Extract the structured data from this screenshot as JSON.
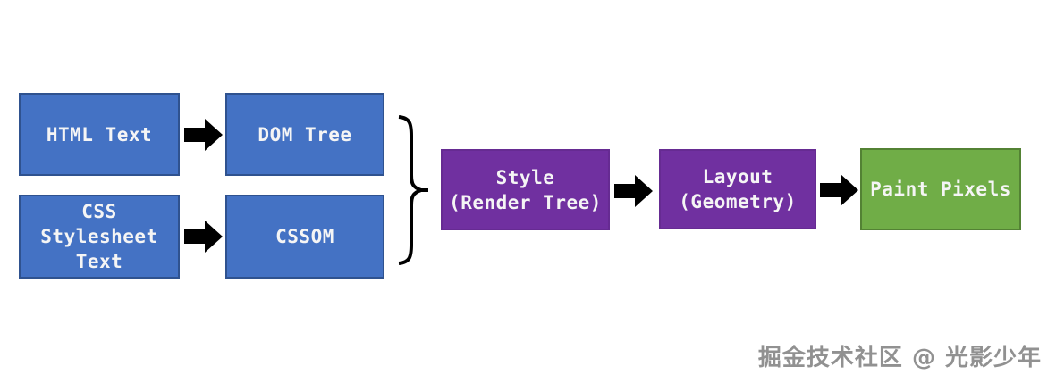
{
  "diagram": {
    "nodes": [
      {
        "id": "html-text",
        "label": "HTML Text",
        "fill": "#4472C4",
        "border": "#2F528F",
        "text_color": "#F5F5F5"
      },
      {
        "id": "dom-tree",
        "label": "DOM Tree",
        "fill": "#4472C4",
        "border": "#2F528F",
        "text_color": "#F5F5F5"
      },
      {
        "id": "css-stylesheet-text",
        "label": "CSS\nStylesheet\nText",
        "fill": "#4472C4",
        "border": "#2F528F",
        "text_color": "#F5F5F5"
      },
      {
        "id": "cssom",
        "label": "CSSOM",
        "fill": "#4472C4",
        "border": "#2F528F",
        "text_color": "#F5F5F5"
      },
      {
        "id": "style-render-tree",
        "label": "Style\n(Render Tree)",
        "fill": "#7030A0",
        "border": "#662B92",
        "text_color": "#F5F5F5"
      },
      {
        "id": "layout-geometry",
        "label": "Layout\n(Geometry)",
        "fill": "#7030A0",
        "border": "#662B92",
        "text_color": "#F5F5F5"
      },
      {
        "id": "paint-pixels",
        "label": "Paint Pixels",
        "fill": "#70AD47",
        "border": "#538234",
        "text_color": "#F5F5F5"
      }
    ],
    "connections": [
      {
        "from": "html-text",
        "to": "dom-tree",
        "style": "block-arrow",
        "color": "#000000"
      },
      {
        "from": "css-stylesheet-text",
        "to": "cssom",
        "style": "block-arrow",
        "color": "#000000"
      },
      {
        "from": "style-render-tree",
        "to": "layout-geometry",
        "style": "block-arrow",
        "color": "#000000"
      },
      {
        "from": "layout-geometry",
        "to": "paint-pixels",
        "style": "block-arrow",
        "color": "#000000"
      }
    ],
    "merge": {
      "inputs": [
        "dom-tree",
        "cssom"
      ],
      "output": "style-render-tree",
      "glyph": "right-curly-brace",
      "color": "#000000"
    },
    "background": "#FFFFFF"
  },
  "watermark": {
    "text": "掘金技术社区 @ 光影少年",
    "color": "#919191"
  }
}
